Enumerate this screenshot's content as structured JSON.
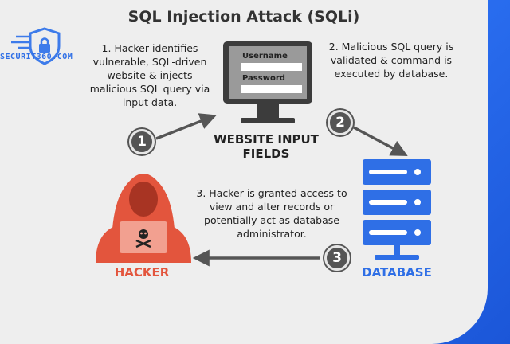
{
  "title": "SQL Injection Attack (SQLi)",
  "logo": {
    "text": "SECURIT360.COM",
    "icon": "shield-lock-icon"
  },
  "steps": [
    {
      "number": "1",
      "text": "1. Hacker identifies vulnerable, SQL-driven website & injects malicious SQL query via input data."
    },
    {
      "number": "2",
      "text": "2. Malicious SQL query is validated & command is executed by database."
    },
    {
      "number": "3",
      "text": "3. Hacker is granted access to view and alter records or potentially act as database administrator."
    }
  ],
  "website": {
    "label": "WEBSITE INPUT FIELDS",
    "fields": [
      "Username",
      "Password"
    ]
  },
  "hacker": {
    "label": "HACKER",
    "icon": "hooded-hacker-icon",
    "color": "#e3553d"
  },
  "database": {
    "label": "DATABASE",
    "icon": "server-stack-icon",
    "color": "#2f6fe6"
  },
  "colors": {
    "hacker_red": "#e3553d",
    "db_blue": "#2f6fe6",
    "arrow": "#555555"
  }
}
